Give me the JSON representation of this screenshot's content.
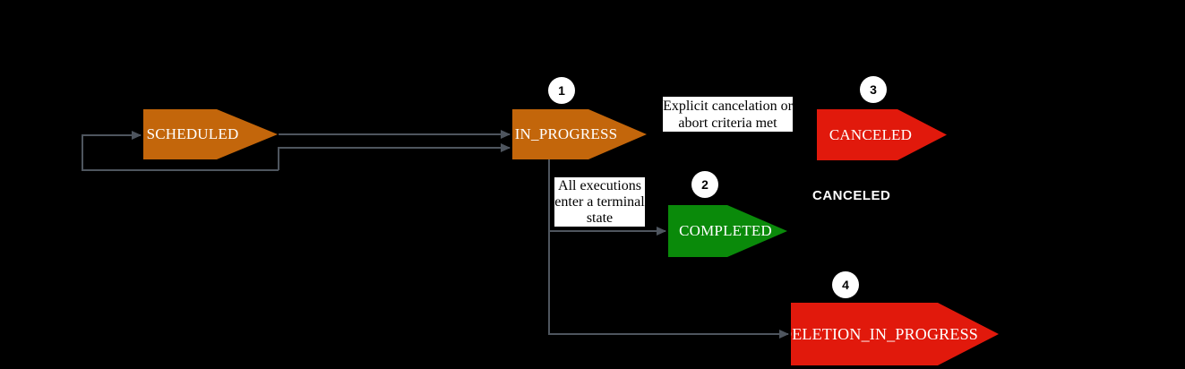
{
  "diagram": {
    "states": {
      "scheduled": {
        "label": "SCHEDULED",
        "color": "#C3660B"
      },
      "in_progress": {
        "label": "IN_PROGRESS",
        "color": "#C3660B",
        "badge": "1"
      },
      "completed": {
        "label": "COMPLETED",
        "color": "#0A8A0A",
        "badge": "2"
      },
      "canceled": {
        "label": "CANCELED",
        "color": "#E1190C",
        "badge": "3"
      },
      "deletion_in_progress": {
        "label": "DELETION_IN_PROGRESS",
        "color": "#E1190C",
        "badge": "4"
      }
    },
    "notes": {
      "cancelation": "Explicit cancelation or\nabort criteria met",
      "terminal": "All executions\nenter a terminal\nstate"
    },
    "floating_text": {
      "canceled": "CANCELED"
    },
    "edges": [
      {
        "from": "start",
        "to": "SCHEDULED"
      },
      {
        "from": "SCHEDULED",
        "to": "IN_PROGRESS"
      },
      {
        "from": "start-loop",
        "to": "IN_PROGRESS"
      },
      {
        "from": "IN_PROGRESS",
        "to": "COMPLETED",
        "label": "All executions enter a terminal state"
      },
      {
        "from": "IN_PROGRESS",
        "to": "CANCELED",
        "label": "Explicit cancelation or abort criteria met"
      },
      {
        "from": "IN_PROGRESS",
        "to": "DELETION_IN_PROGRESS"
      }
    ],
    "colors": {
      "background": "#000000",
      "connector": "#4E555E",
      "note_background": "#FFFFFF",
      "state_text": "#FFFFFF"
    }
  }
}
